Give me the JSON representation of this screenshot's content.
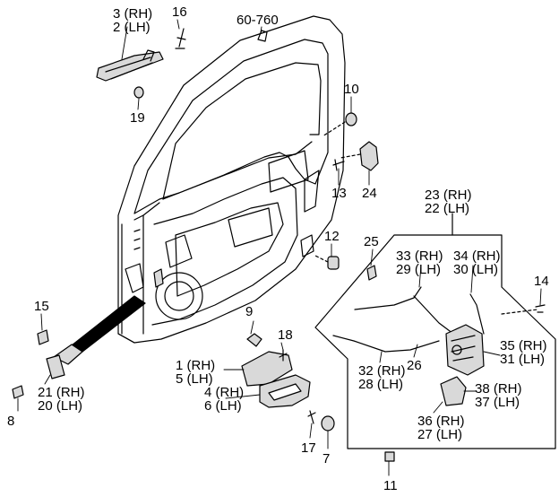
{
  "colors": {
    "ink": "#000000",
    "paper": "#ffffff",
    "part_fill": "#d9d9d9"
  },
  "callouts": {
    "c3": "3 (RH)",
    "c2": "2 (LH)",
    "c16": "16",
    "c19": "19",
    "c60760": "60-760",
    "c10": "10",
    "c13": "13",
    "c24": "24",
    "c12": "12",
    "c25": "25",
    "c23": "23 (RH)",
    "c22": "22 (LH)",
    "c33": "33 (RH)",
    "c29": "29 (LH)",
    "c34": "34 (RH)",
    "c30": "30 (LH)",
    "c14": "14",
    "c35": "35 (RH)",
    "c31": "31 (LH)",
    "c15": "15",
    "c9": "9",
    "c18": "18",
    "c1": "1 (RH)",
    "c5": "5 (LH)",
    "c4": "4 (RH)",
    "c6": "6 (LH)",
    "c21": "21 (RH)",
    "c20": "20 (LH)",
    "c8": "8",
    "c32": "32 (RH)",
    "c28": "28 (LH)",
    "c26": "26",
    "c38": "38 (RH)",
    "c37": "37 (LH)",
    "c36": "36 (RH)",
    "c27": "27 (LH)",
    "c17": "17",
    "c7": "7",
    "c11": "11"
  }
}
